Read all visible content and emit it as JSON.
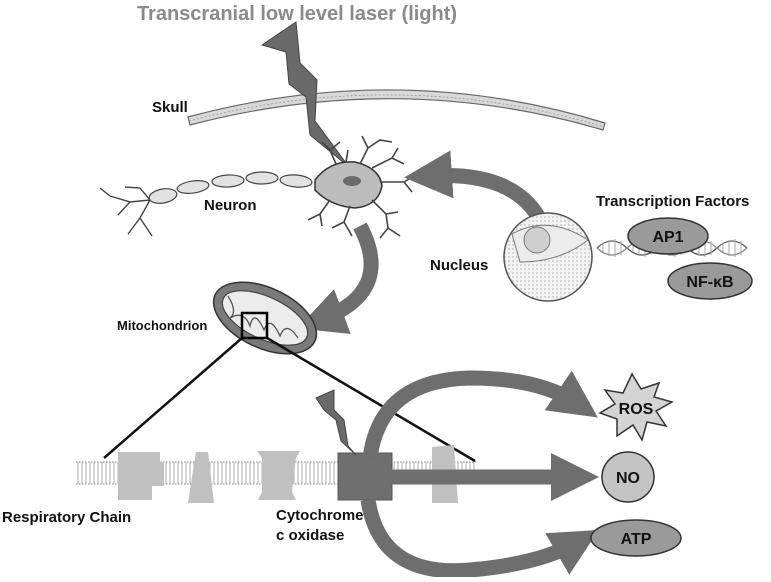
{
  "title": "Transcranial low level laser (light)",
  "labels": {
    "skull": "Skull",
    "neuron": "Neuron",
    "nucleus": "Nucleus",
    "mitochondrion": "Mitochondrion",
    "transcription_factors": "Transcription Factors",
    "respiratory_chain": "Respiratory Chain",
    "cytochrome_line1": "Cytochrome",
    "cytochrome_line2": "c oxidase"
  },
  "factors": [
    "AP1",
    "NF-κB"
  ],
  "outputs": [
    "ROS",
    "NO",
    "ATP"
  ],
  "colors": {
    "arrow": "#6e6e6e",
    "title": "#8a8a8a",
    "oval_fill": "#9a9a9a",
    "protein_fill": "#c0c0c0",
    "cytochrome_fill": "#6f6f6f"
  }
}
